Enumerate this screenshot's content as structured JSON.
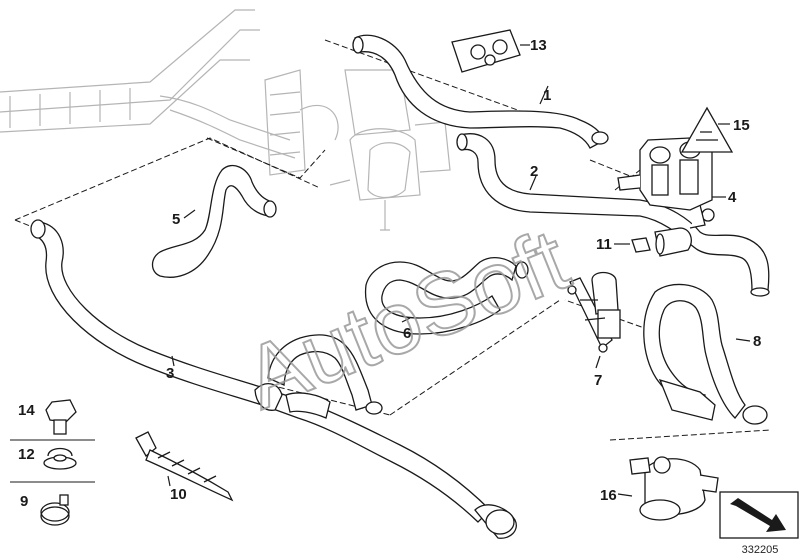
{
  "callouts": [
    {
      "id": "c1",
      "label": "1"
    },
    {
      "id": "c2",
      "label": "2"
    },
    {
      "id": "c3",
      "label": "3"
    },
    {
      "id": "c4",
      "label": "4"
    },
    {
      "id": "c5",
      "label": "5"
    },
    {
      "id": "c6",
      "label": "6"
    },
    {
      "id": "c7",
      "label": "7"
    },
    {
      "id": "c8",
      "label": "8"
    },
    {
      "id": "c9",
      "label": "9"
    },
    {
      "id": "c10",
      "label": "10"
    },
    {
      "id": "c11",
      "label": "11"
    },
    {
      "id": "c12",
      "label": "12"
    },
    {
      "id": "c13",
      "label": "13"
    },
    {
      "id": "c14",
      "label": "14"
    },
    {
      "id": "c15",
      "label": "15"
    },
    {
      "id": "c16",
      "label": "16"
    }
  ],
  "watermark": "AutoSoft",
  "reference_number": "332205",
  "colors": {
    "line": "#1a1a1a",
    "faint": "#b5b5b5",
    "watermark": "#9a9a9a",
    "background": "#ffffff"
  }
}
